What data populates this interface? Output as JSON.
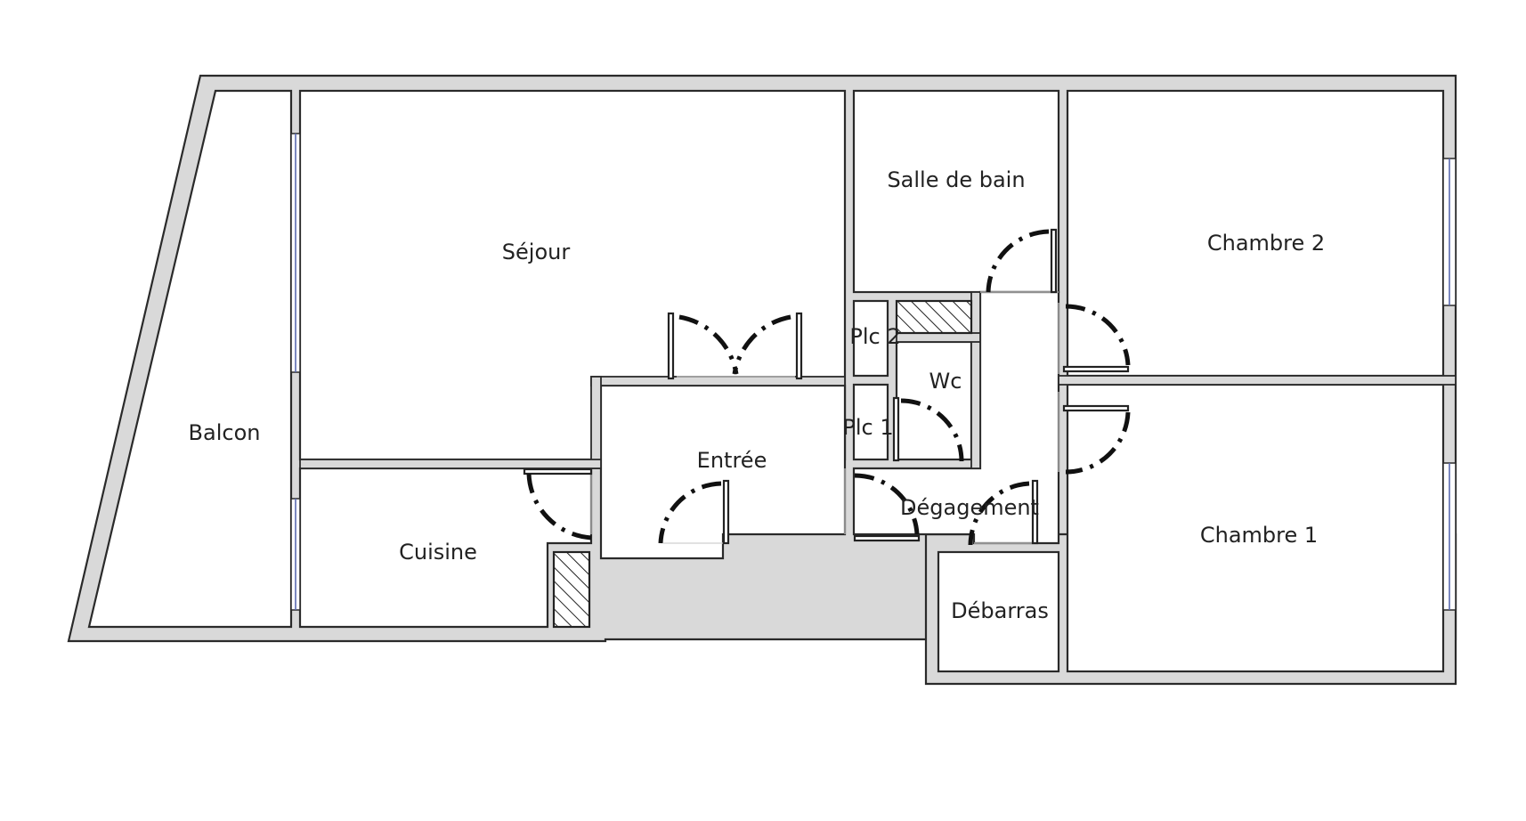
{
  "rooms": {
    "balcon": "Balcon",
    "sejour": "Séjour",
    "salle_de_bain": "Salle de bain",
    "chambre_2": "Chambre 2",
    "plc_2": "Plc 2",
    "wc": "Wc",
    "plc_1": "Plc 1",
    "entree": "Entrée",
    "degagement": "Dégagement",
    "cuisine": "Cuisine",
    "chambre_1": "Chambre 1",
    "debarras": "Débarras"
  }
}
